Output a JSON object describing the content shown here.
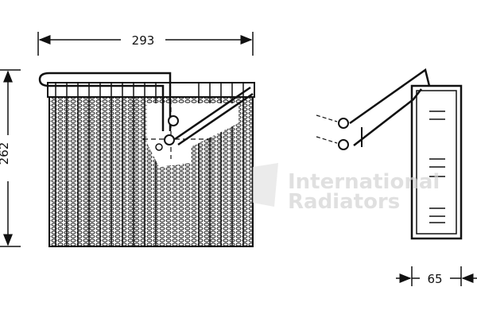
{
  "dimensions": {
    "width": "293",
    "height": "262",
    "depth": "65"
  },
  "watermark": {
    "line1": "International",
    "line2": "Radiators"
  },
  "colors": {
    "line": "#111111",
    "watermark": "#d4d4d4"
  }
}
